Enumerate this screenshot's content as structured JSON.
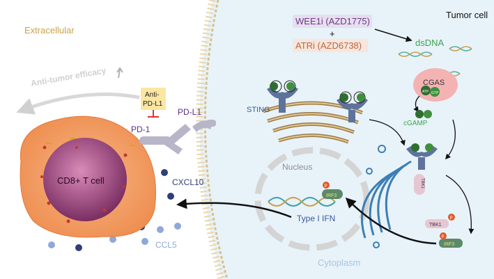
{
  "labels": {
    "extracellular": "Extracellular",
    "tumor_cell": "Tumor cell",
    "drug1": "WEE1i (AZD1775)",
    "plus": "+",
    "drug2": "ATRi (AZD6738)",
    "dsdna": "dsDNA",
    "cgas": "CGAS",
    "cgamp": "cGAMP",
    "sting": "STING",
    "nucleus": "Nucleus",
    "tbk1": "TBK1",
    "irf3": "IRF3",
    "type1ifn": "Type I IFN",
    "cytoplasm": "Cytoplasm",
    "cxcl10": "CXCL10",
    "ccl5": "CCL5",
    "cd8": "CD8+ T cell",
    "pd1": "PD-1",
    "pdl1": "PD-L1",
    "anti_pdl1_line1": "Anti-",
    "anti_pdl1_line2": "PD-L1",
    "antitumor": "Anti-tumor efficacy",
    "atp": "ATP",
    "gtp": "GTP",
    "p": "P"
  },
  "colors": {
    "tumor_bg": "#e8f2f9",
    "extracellular_text": "#c8a24a",
    "drug1_bg": "#e6dff0",
    "drug1_text": "#6e3a86",
    "drug2_bg": "#f6e6dd",
    "drug2_text": "#c0663a",
    "dsdna_text": "#3aa84a",
    "sting": "#5e739c",
    "er": "#9d7b46",
    "golgi": "#3b7fb6",
    "tcell": "#f19c62",
    "tcell_nucleus": "#8e3e74",
    "pd": "#b9b5c9",
    "pd_text": "#5b2d8c",
    "anti_pdl1_bg": "#fbe6a2",
    "chemokine_dark": "#2f3f77",
    "chemokine_light": "#8fa8d8",
    "ccl5_text": "#8fa8d8",
    "cytoplasm_text": "#a7c6e2",
    "nucleus_text": "#8f8f8f",
    "cgas": "#f4b3b3",
    "arrow": "#111111"
  }
}
